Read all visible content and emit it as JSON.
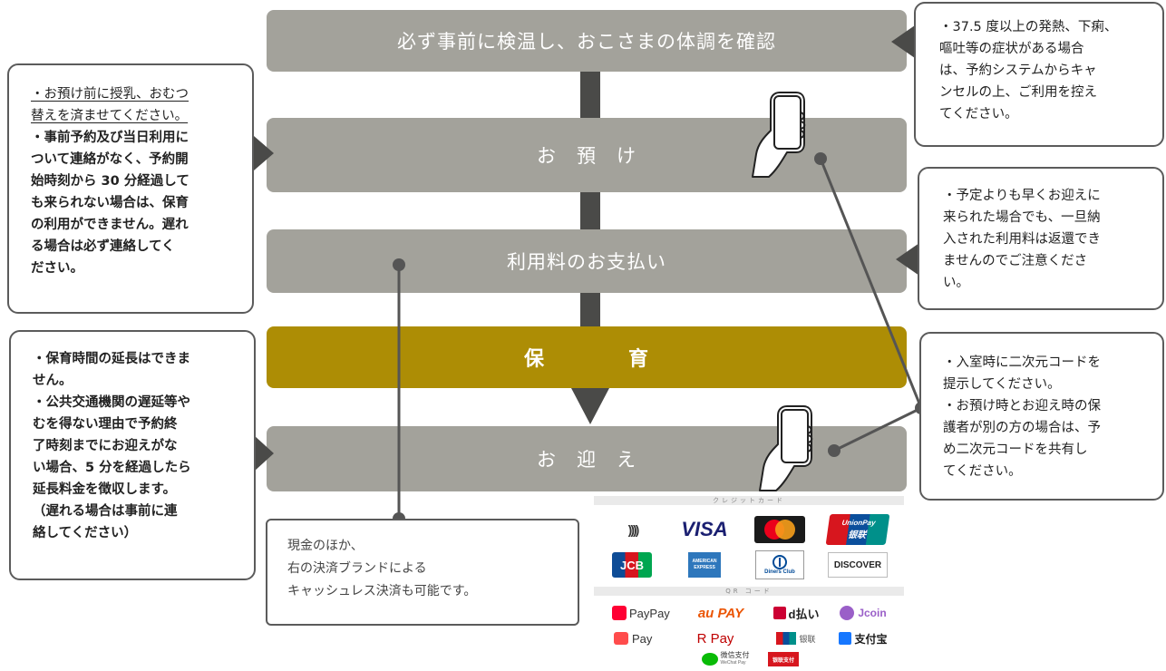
{
  "flow": {
    "step1": "必ず事前に検温し、おこさまの体調を確認",
    "step2": "お　預　け",
    "step3": "利用料のお支払い",
    "step4": "保　　　　育",
    "step5": "お　迎　え"
  },
  "left_notes": {
    "dropoff": {
      "line1": "・お預け前に授乳、おむつ",
      "line2": "替えを済ませてください。",
      "lines": [
        "・事前予約及び当日利用に",
        "ついて連絡がなく、予約開",
        "始時刻から 30 分経過して",
        "も来られない場合は、保育",
        "の利用ができません。遅れ",
        "る場合は必ず連絡してく",
        "ださい。"
      ]
    },
    "pickup": {
      "lines": [
        "・保育時間の延長はできま",
        "せん。",
        "・公共交通機関の遅延等や",
        "むを得ない理由で予約終",
        "了時刻までにお迎えがな",
        "い場合、5 分を経過したら",
        "延長料金を徴収します。",
        "（遅れる場合は事前に連",
        "絡してください）"
      ]
    }
  },
  "right_notes": {
    "health": {
      "lines": [
        "・37.5 度以上の発熱、下痢、",
        "嘔吐等の症状がある場合",
        "は、予約システムからキャ",
        "ンセルの上、ご利用を控え",
        "てください。"
      ]
    },
    "refund": {
      "lines": [
        "・予定よりも早くお迎えに",
        "来られた場合でも、一旦納",
        "入された利用料は返還でき",
        "ませんのでご注意くださ",
        "い。"
      ]
    },
    "qr": {
      "lines": [
        "・入室時に二次元コードを",
        "提示してください。",
        "・お預け時とお迎え時の保",
        "護者が別の方の場合は、予",
        "め二次元コードを共有し",
        "てください。"
      ]
    }
  },
  "payment_note": {
    "lines": [
      "現金のほか、",
      "右の決済ブランドによる",
      "キャッシュレス決済も可能です。"
    ]
  },
  "payment_brands": {
    "credit_header": "クレジットカード",
    "qr_header": "QR コード",
    "contactless": "))))",
    "visa": "VISA",
    "unionpay": "UnionPay",
    "unionpay_cn": "银联",
    "jcb": "JCB",
    "amex": "AMERICAN EXPRESS",
    "diners": "Diners Club",
    "discover": "DISCOVER",
    "paypay": "PayPay",
    "aupay": "au PAY",
    "dbarai": "d払い",
    "jcoin": "Jcoin",
    "mepay": "Pay",
    "rpay": "R Pay",
    "unionpay_qr": "银联",
    "alipay": "支付宝",
    "wechat": "微信支付",
    "wechat_en": "WeChat Pay",
    "ginren": "银联支付"
  },
  "colors": {
    "step": "#a3a29b",
    "step_highlight": "#ad8d05",
    "arrow": "#4a4a48",
    "connector": "#555555"
  }
}
